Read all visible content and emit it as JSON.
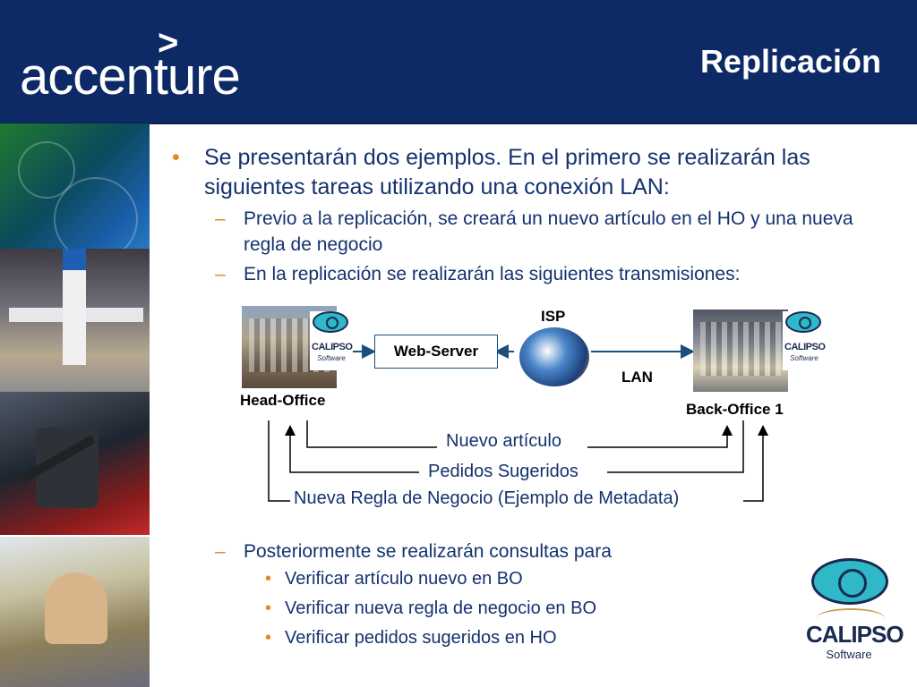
{
  "header": {
    "brand": "accenture",
    "brand_mark": ">",
    "title": "Replicación"
  },
  "content": {
    "bullet1": "Se presentarán dos ejemplos. En el primero se realizarán las siguientes tareas utilizando una conexión LAN:",
    "sub1": "Previo a la replicación, se creará un nuevo artículo en el HO y una nueva regla de negocio",
    "sub2": "En la replicación se realizarán las siguientes transmisiones:",
    "sub3": "Posteriormente se realizarán consultas para",
    "items": [
      "Verificar artículo nuevo en BO",
      "Verificar nueva regla de negocio en BO",
      "Verificar pedidos sugeridos en HO"
    ],
    "markers": {
      "level1": "•",
      "level2": "–",
      "level3": "•"
    }
  },
  "diagram": {
    "head_office": "Head-Office",
    "web_server": "Web-Server",
    "isp": "ISP",
    "lan": "LAN",
    "back_office": "Back-Office 1",
    "flow1": "Nuevo artículo",
    "flow2": "Pedidos Sugeridos",
    "flow3": "Nueva Regla de Negocio (Ejemplo de Metadata)"
  },
  "calipso": {
    "name": "CALIPSO",
    "sub": "Software"
  },
  "colors": {
    "header_bg": "#0d2a66",
    "text": "#14326e",
    "bullet": "#e28a1a",
    "teal": "#2eb8c8"
  }
}
